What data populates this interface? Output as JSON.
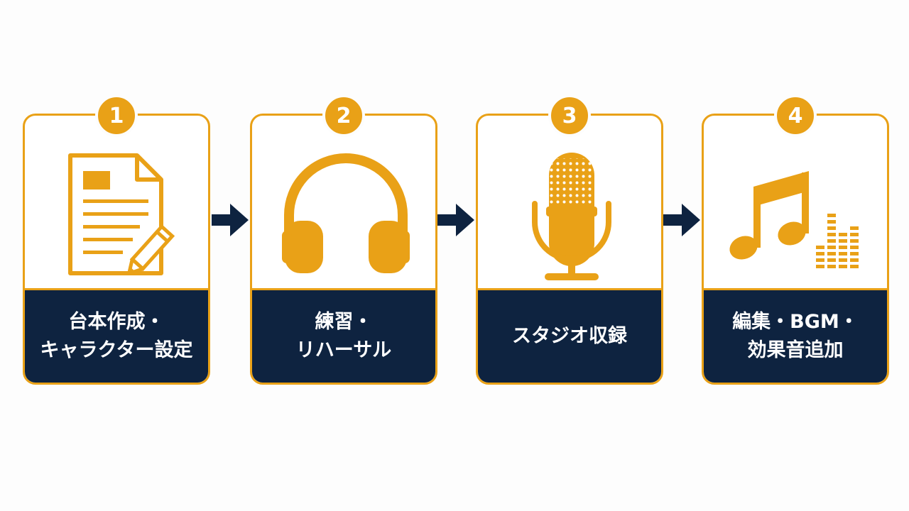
{
  "colors": {
    "accent": "#e9a117",
    "label_background": "#0e2340",
    "label_text": "#ffffff",
    "background": "#fdfdfd"
  },
  "steps": [
    {
      "number": "1",
      "label": "台本作成・\nキャラクター設定",
      "icon": "document-pencil-icon"
    },
    {
      "number": "2",
      "label": "練習・\nリハーサル",
      "icon": "headphones-icon"
    },
    {
      "number": "3",
      "label": "スタジオ収録",
      "icon": "microphone-icon"
    },
    {
      "number": "4",
      "label": "編集・BGM・\n効果音追加",
      "icon": "music-note-equalizer-icon"
    }
  ],
  "connectors": [
    {
      "icon": "arrow-right-icon"
    },
    {
      "icon": "arrow-right-icon"
    },
    {
      "icon": "arrow-right-icon"
    }
  ]
}
